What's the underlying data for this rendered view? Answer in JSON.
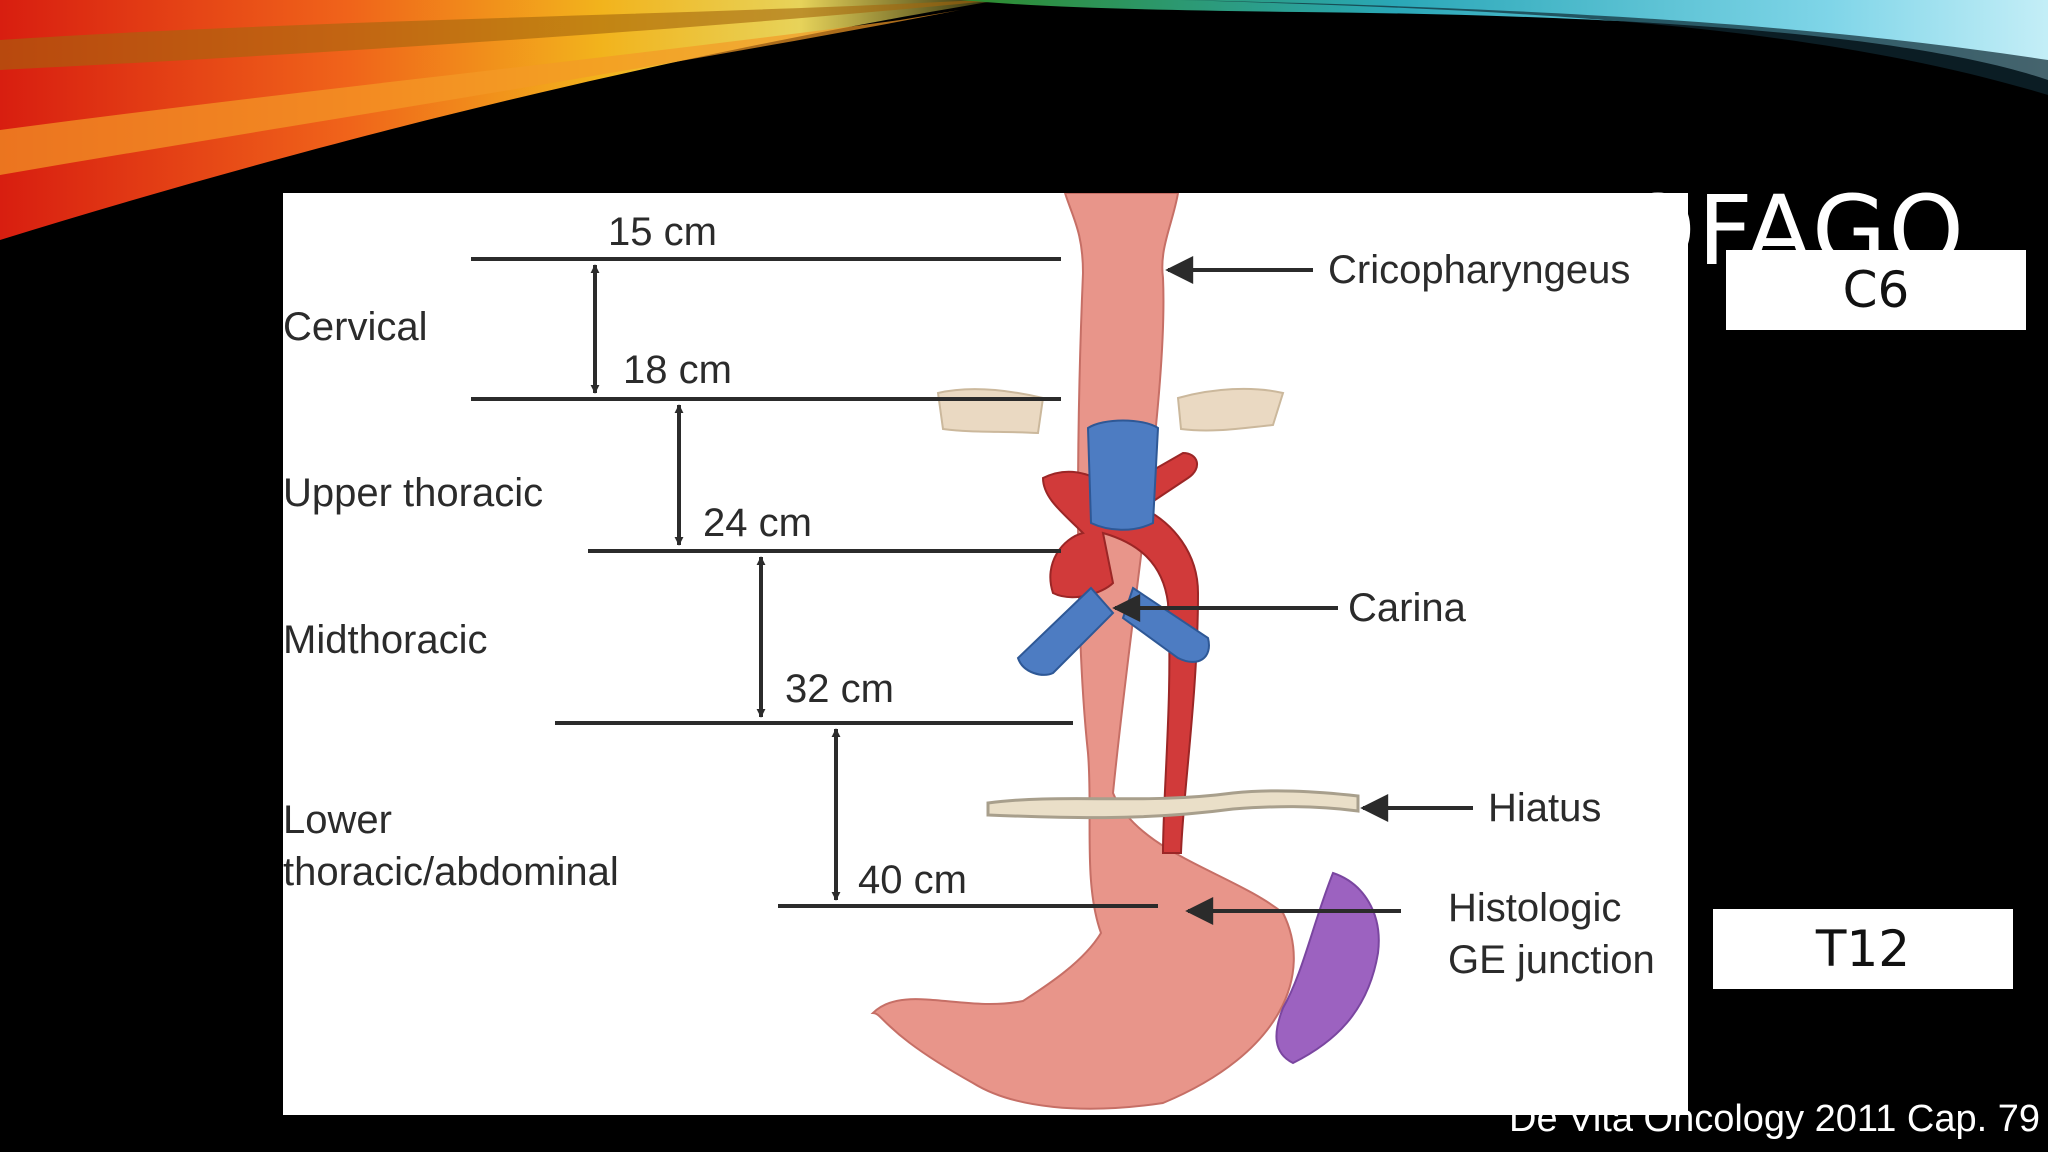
{
  "slide": {
    "title_visible": "OFAGO",
    "vertebra_top": "C6",
    "vertebra_bottom": "T12",
    "source": "De Vita Oncology 2011 Cap. 79"
  },
  "diagram": {
    "distances": [
      "15 cm",
      "18 cm",
      "24 cm",
      "32 cm",
      "40 cm"
    ],
    "segments": [
      "Cervical",
      "Upper thoracic",
      "Midthoracic",
      "Lower",
      "thoracic/abdominal"
    ],
    "landmarks": [
      "Cricopharyngeus",
      "Carina",
      "Hiatus",
      "Histologic",
      "GE junction"
    ]
  },
  "colors": {
    "esophagus": "#e8958a",
    "aorta": "#d13a3a",
    "trachea": "#4d7cc2",
    "bone": "#ead9c2",
    "diaphragm": "#eadfc8",
    "gland": "#9c62c0"
  }
}
